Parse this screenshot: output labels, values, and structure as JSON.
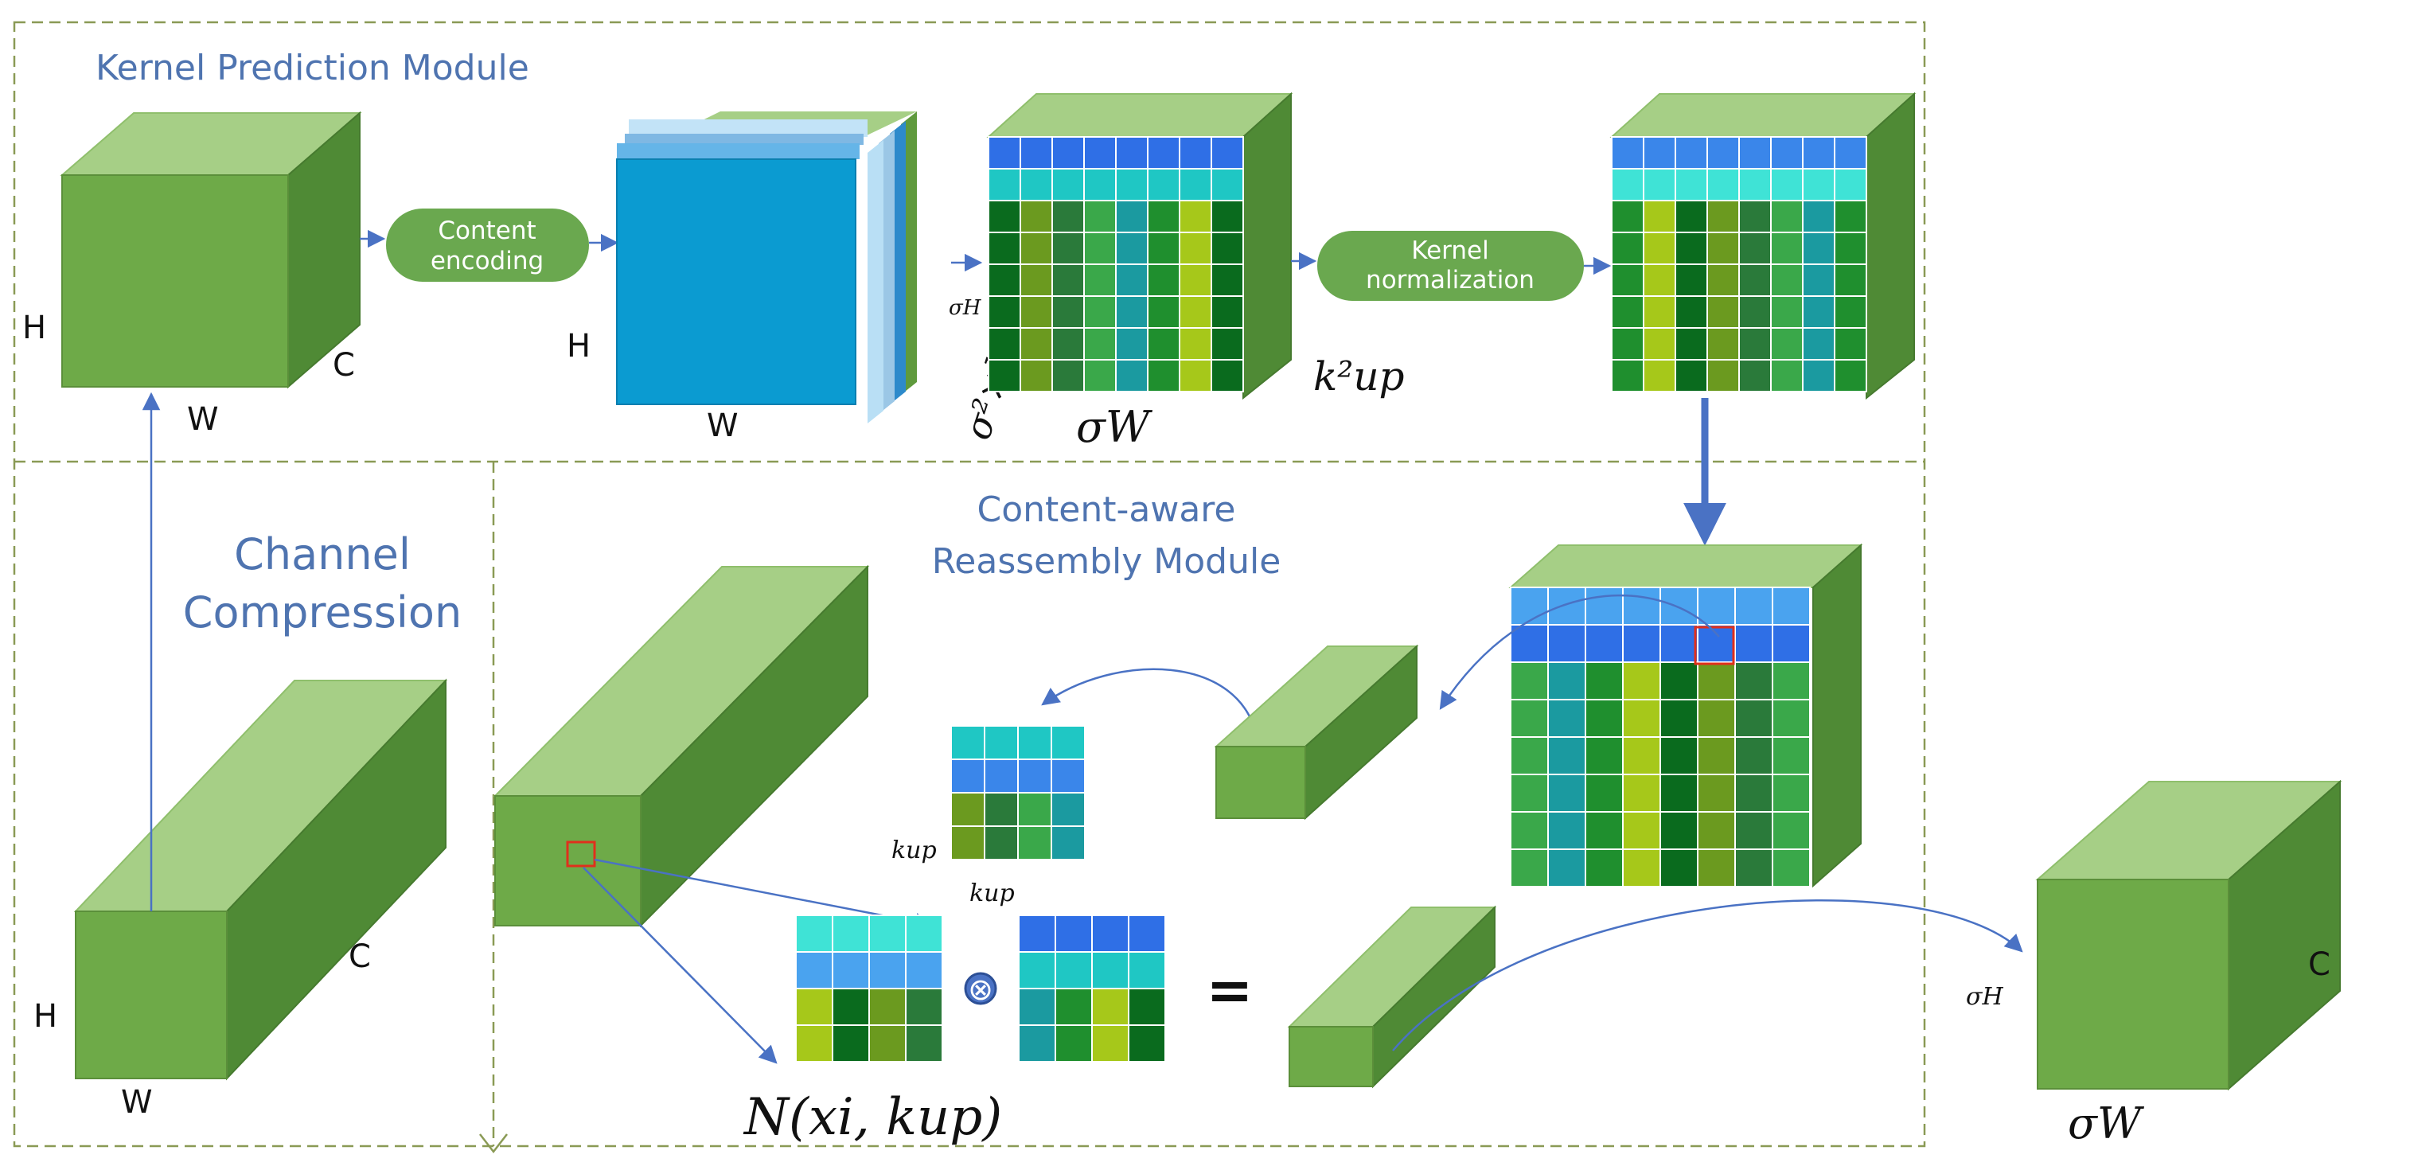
{
  "modules": {
    "kernel_prediction": "Kernel Prediction Module",
    "channel_compression_line1": "Channel",
    "channel_compression_line2": "Compression",
    "reassembly_line1": "Content-aware",
    "reassembly_line2": "Reassembly Module"
  },
  "ops": {
    "content_encoding_line1": "Content",
    "content_encoding_line2": "encoding",
    "kernel_norm_line1": "Kernel",
    "kernel_norm_line2": "normalization"
  },
  "dims": {
    "H": "H",
    "W": "W",
    "C": "C",
    "sigmaW": "σW",
    "sigmaH": "σH",
    "channels_label": "σ²×k²up",
    "kup_squared": "k²up",
    "kup": "kup",
    "neighborhood": "N(xi, kup)",
    "otimes": "⊗",
    "equals": "="
  },
  "colors": {
    "cube_front": "#6eaa48",
    "cube_top": "#a6cf86",
    "cube_side": "#4f8a35",
    "arrow": "#4a72c4",
    "module_text": "#4f74b0",
    "kernel_palette": [
      "#2f6fe6",
      "#3a86ea",
      "#4aa3ef",
      "#1fc7c4",
      "#3fe3d6",
      "#0a6b1e",
      "#1f8f2e",
      "#3aa84a",
      "#6b9a1f",
      "#a6c81a",
      "#1b9aa0",
      "#2a7a3a"
    ]
  }
}
